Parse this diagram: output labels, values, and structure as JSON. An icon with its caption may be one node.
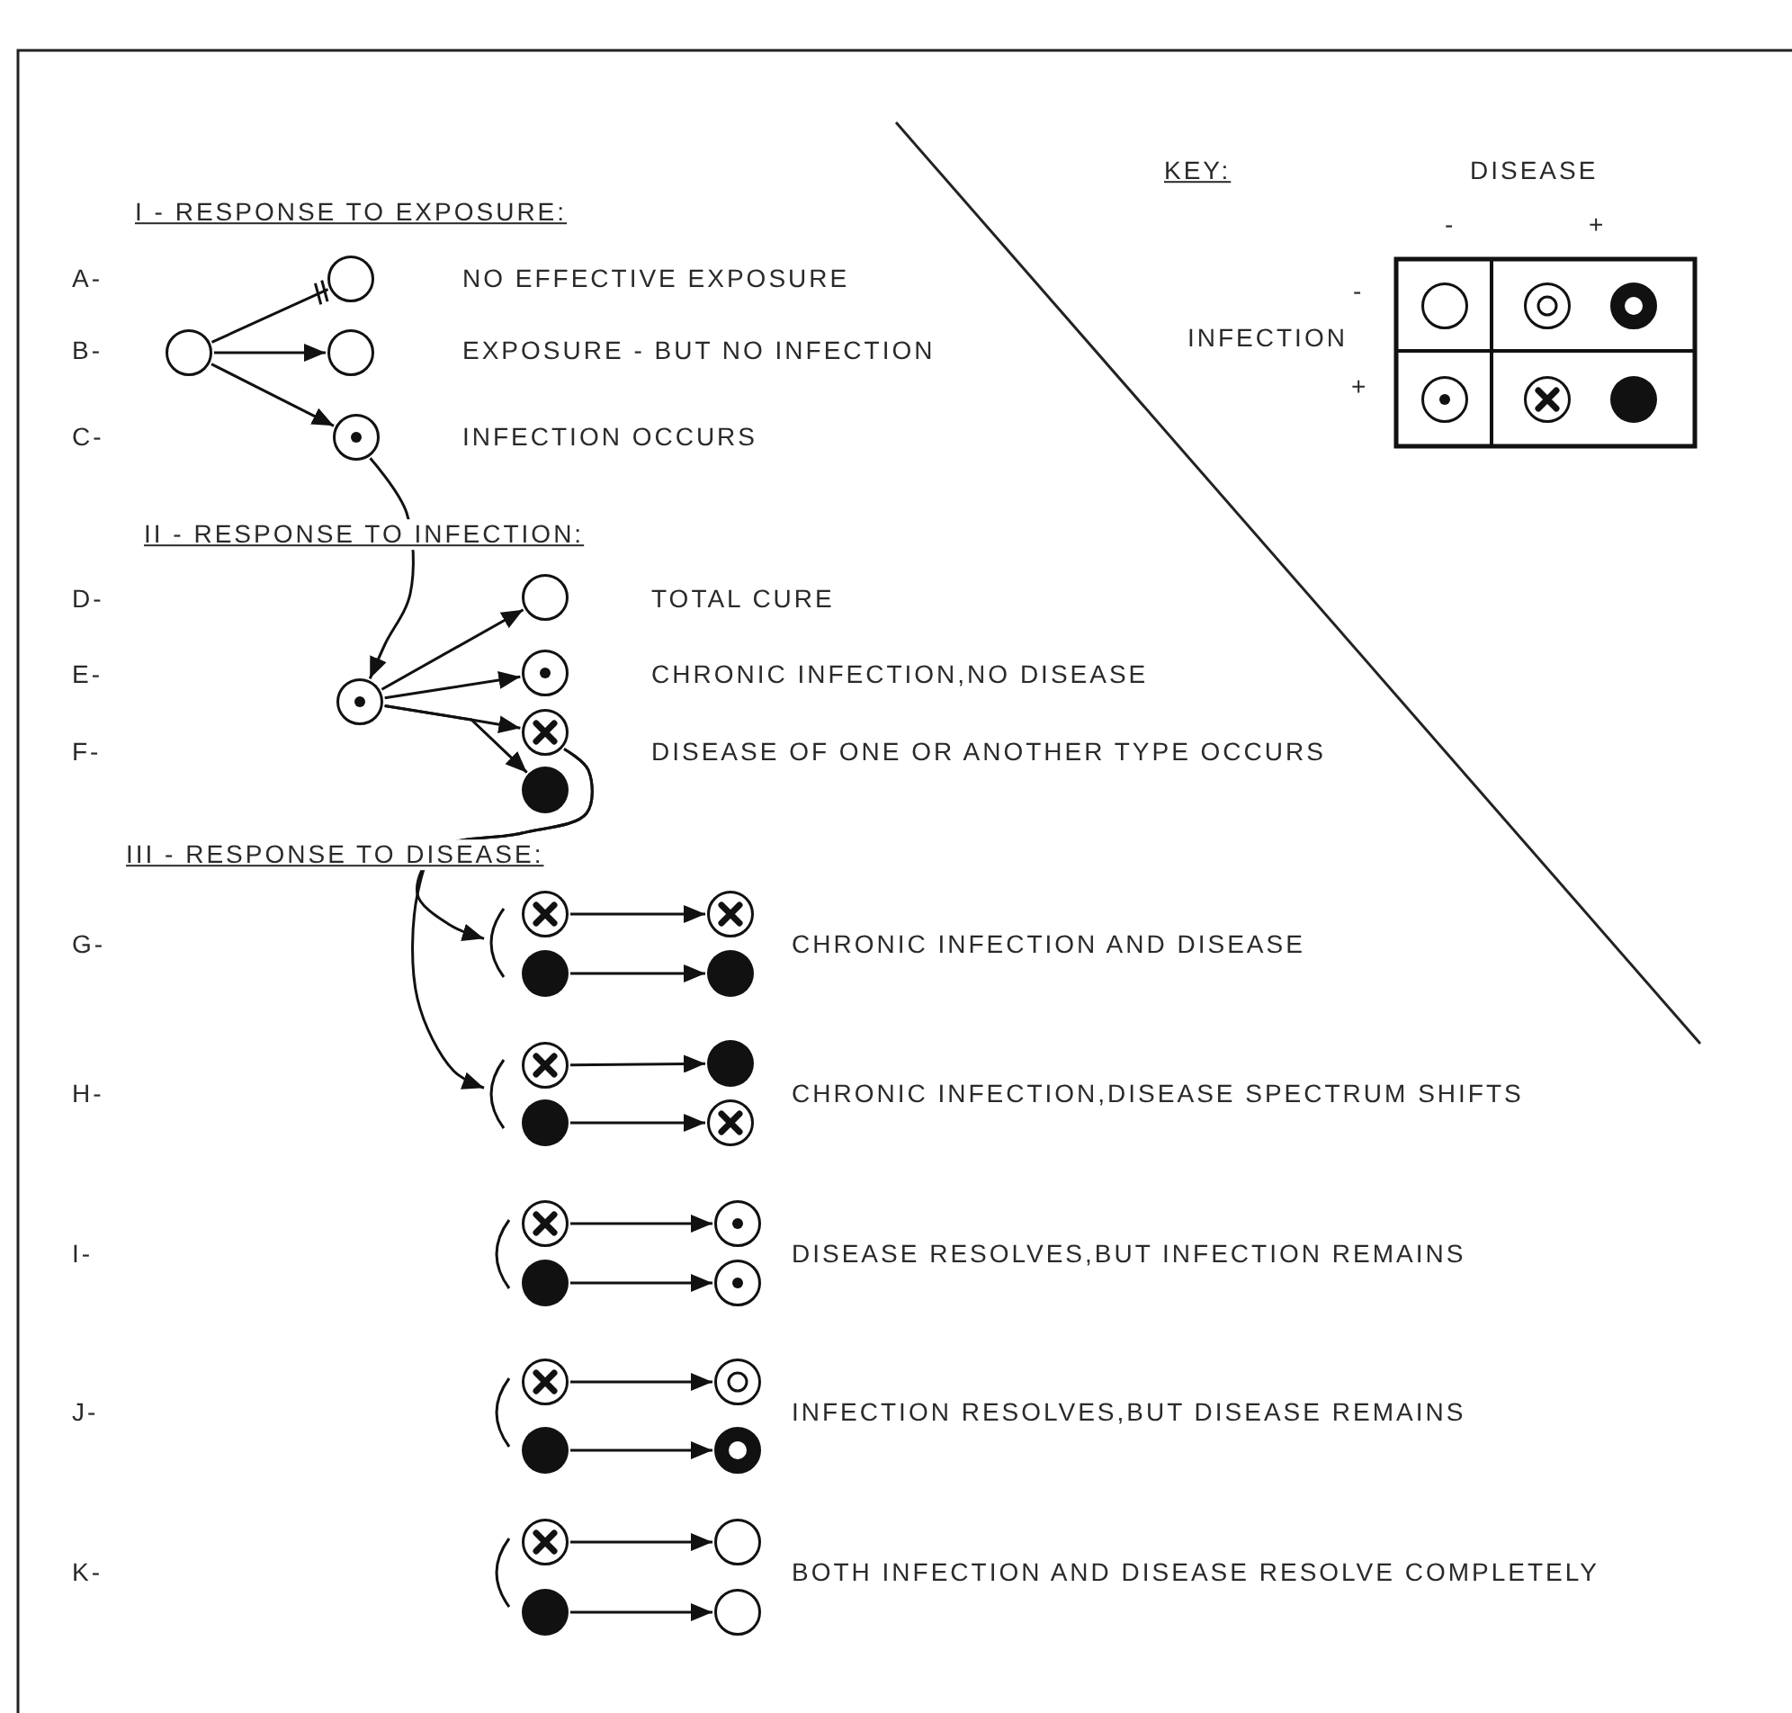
{
  "diagram": {
    "nodes": [
      {
        "text": [],
        "shape": "circle"
      },
      {
        "text": [],
        "shape": "circle"
      },
      {
        "text": [],
        "shape": "circle"
      },
      {
        "text": [],
        "shape": "dot"
      },
      {
        "text": [],
        "shape": "dot"
      },
      {
        "text": [],
        "shape": "circle"
      },
      {
        "text": [],
        "shape": "dot"
      },
      {
        "text": [],
        "shape": "cross"
      },
      {
        "text": [],
        "shape": "disc"
      },
      {
        "text": [],
        "shape": "bracket"
      },
      {
        "text": [],
        "shape": "cross"
      },
      {
        "text": [],
        "shape": "cross"
      },
      {
        "text": [],
        "shape": "disc"
      },
      {
        "text": [],
        "shape": "disc"
      },
      {
        "text": [],
        "shape": "bracket"
      },
      {
        "text": [],
        "shape": "cross"
      },
      {
        "text": [],
        "shape": "disc"
      },
      {
        "text": [],
        "shape": "disc"
      },
      {
        "text": [],
        "shape": "cross"
      },
      {
        "text": [],
        "shape": "bracket"
      },
      {
        "text": [],
        "shape": "cross"
      },
      {
        "text": [],
        "shape": "dot"
      },
      {
        "text": [],
        "shape": "disc"
      },
      {
        "text": [],
        "shape": "dot"
      },
      {
        "text": [],
        "shape": "bracket"
      },
      {
        "text": [],
        "shape": "cross"
      },
      {
        "text": [],
        "shape": "bullseye"
      },
      {
        "text": [],
        "shape": "disc"
      },
      {
        "text": [],
        "shape": "ring"
      },
      {
        "text": [],
        "shape": "bracket"
      },
      {
        "text": [],
        "shape": "cross"
      },
      {
        "text": [],
        "shape": "circle"
      },
      {
        "text": [],
        "shape": "disc"
      },
      {
        "text": [],
        "shape": "circle"
      }
    ],
    "edges": [
      {
        "from": 0,
        "to": 1,
        "arrow": "other"
      },
      {
        "from": 0,
        "to": 2,
        "arrow": "to"
      },
      {
        "from": 0,
        "to": 3,
        "arrow": "to"
      },
      {
        "from": 3,
        "to": 4,
        "arrow": "to"
      },
      {
        "from": 4,
        "to": 5,
        "arrow": "to"
      },
      {
        "from": 4,
        "to": 6,
        "arrow": "to"
      },
      {
        "from": 4,
        "to": 7,
        "arrow": "to"
      },
      {
        "from": 4,
        "to": 8,
        "arrow": "to"
      },
      {
        "from": 7,
        "to": 9,
        "arrow": "to"
      },
      {
        "from": 7,
        "to": 14,
        "arrow": "to"
      },
      {
        "from": 10,
        "to": 11,
        "arrow": "to"
      },
      {
        "from": 12,
        "to": 13,
        "arrow": "to"
      },
      {
        "from": 15,
        "to": 16,
        "arrow": "to"
      },
      {
        "from": 17,
        "to": 18,
        "arrow": "to"
      },
      {
        "from": 20,
        "to": 21,
        "arrow": "to"
      },
      {
        "from": 22,
        "to": 23,
        "arrow": "to"
      },
      {
        "from": 25,
        "to": 26,
        "arrow": "to"
      },
      {
        "from": 27,
        "to": 28,
        "arrow": "to"
      },
      {
        "from": 30,
        "to": 31,
        "arrow": "to"
      },
      {
        "from": 32,
        "to": 33,
        "arrow": "to"
      }
    ],
    "labels": [
      "KEY:",
      "DISEASE",
      "I - RESPONSE TO EXPOSURE:",
      "-",
      "+",
      "A-",
      "NO EFFECTIVE EXPOSURE",
      "-",
      "INFECTION",
      "B-",
      "EXPOSURE - BUT NO INFECTION",
      "+",
      "C-",
      "INFECTION OCCURS",
      "II - RESPONSE TO INFECTION:",
      "D-",
      "TOTAL CURE",
      "E-",
      "CHRONIC INFECTION,NO DISEASE",
      "F-",
      "DISEASE OF ONE OR ANOTHER TYPE OCCURS",
      "III - RESPONSE TO DISEASE:",
      "G-",
      "CHRONIC INFECTION AND DISEASE",
      "H-",
      "CHRONIC INFECTION,DISEASE SPECTRUM SHIFTS",
      "I-",
      "DISEASE RESOLVES,BUT INFECTION REMAINS",
      "J-",
      "INFECTION RESOLVES,BUT DISEASE REMAINS",
      "K-",
      "BOTH INFECTION AND DISEASE RESOLVE COMPLETELY"
    ]
  }
}
